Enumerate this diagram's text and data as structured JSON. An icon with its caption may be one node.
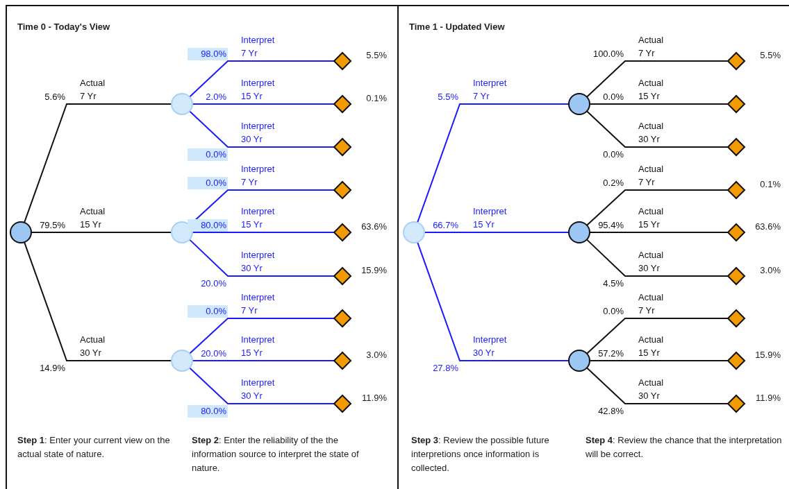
{
  "diagram": {
    "nodes": [
      {
        "text": [
          "Time 0 - Today's View"
        ]
      },
      {
        "text": [
          "Time 1 - Updated View"
        ]
      },
      {
        "text": [],
        "shape": "circle",
        "in": 0
      },
      {
        "text": [],
        "shape": "circle",
        "in": 0
      },
      {
        "text": [],
        "shape": "circle",
        "in": 0
      },
      {
        "text": [],
        "shape": "circle",
        "in": 0
      },
      {
        "text": [],
        "shape": "diamond",
        "in": 0,
        "beside": [
          "5.5%"
        ]
      },
      {
        "text": [],
        "shape": "diamond",
        "in": 0,
        "beside": [
          "0.1%"
        ]
      },
      {
        "text": [],
        "shape": "diamond",
        "in": 0
      },
      {
        "text": [],
        "shape": "diamond",
        "in": 0
      },
      {
        "text": [],
        "shape": "diamond",
        "in": 0,
        "beside": [
          "63.6%"
        ]
      },
      {
        "text": [],
        "shape": "diamond",
        "in": 0,
        "beside": [
          "15.9%"
        ]
      },
      {
        "text": [],
        "shape": "diamond",
        "in": 0
      },
      {
        "text": [],
        "shape": "diamond",
        "in": 0,
        "beside": [
          "3.0%"
        ]
      },
      {
        "text": [],
        "shape": "diamond",
        "in": 0,
        "beside": [
          "11.9%"
        ]
      },
      {
        "text": [],
        "shape": "circle",
        "in": 1
      },
      {
        "text": [],
        "shape": "circle",
        "in": 1
      },
      {
        "text": [],
        "shape": "circle",
        "in": 1
      },
      {
        "text": [],
        "shape": "circle",
        "in": 1
      },
      {
        "text": [],
        "shape": "diamond",
        "in": 1,
        "beside": [
          "5.5%"
        ]
      },
      {
        "text": [],
        "shape": "diamond",
        "in": 1
      },
      {
        "text": [],
        "shape": "diamond",
        "in": 1
      },
      {
        "text": [],
        "shape": "diamond",
        "in": 1,
        "beside": [
          "0.1%"
        ]
      },
      {
        "text": [],
        "shape": "diamond",
        "in": 1,
        "beside": [
          "63.6%"
        ]
      },
      {
        "text": [],
        "shape": "diamond",
        "in": 1,
        "beside": [
          "3.0%"
        ]
      },
      {
        "text": [],
        "shape": "diamond",
        "in": 1
      },
      {
        "text": [],
        "shape": "diamond",
        "in": 1,
        "beside": [
          "15.9%"
        ]
      },
      {
        "text": [],
        "shape": "diamond",
        "in": 1,
        "beside": [
          "11.9%"
        ]
      }
    ],
    "edges": [
      {
        "from": 2,
        "to": 3,
        "arrow": "none",
        "label": "Actual 7 Yr"
      },
      {
        "from": 2,
        "to": 4,
        "arrow": "none",
        "label": "Actual 15 Yr"
      },
      {
        "from": 2,
        "to": 5,
        "arrow": "none",
        "label": "Actual 30 Yr"
      },
      {
        "from": 3,
        "to": 6,
        "arrow": "none",
        "label": "Interpret 7 Yr",
        "color": "#1a1aff"
      },
      {
        "from": 3,
        "to": 7,
        "arrow": "none",
        "label": "Interpret 15 Yr",
        "color": "#1a1aff"
      },
      {
        "from": 3,
        "to": 8,
        "arrow": "none",
        "label": "Interpret 30 Yr",
        "color": "#1a1aff"
      },
      {
        "from": 4,
        "to": 9,
        "arrow": "none",
        "label": "Interpret 7 Yr",
        "color": "#1a1aff"
      },
      {
        "from": 4,
        "to": 10,
        "arrow": "none",
        "label": "Interpret 15 Yr",
        "color": "#1a1aff"
      },
      {
        "from": 4,
        "to": 11,
        "arrow": "none",
        "label": "Interpret 30 Yr",
        "color": "#1a1aff"
      },
      {
        "from": 5,
        "to": 12,
        "arrow": "none",
        "label": "Interpret 7 Yr",
        "color": "#1a1aff"
      },
      {
        "from": 5,
        "to": 13,
        "arrow": "none",
        "label": "Interpret 15 Yr",
        "color": "#1a1aff"
      },
      {
        "from": 5,
        "to": 14,
        "arrow": "none",
        "label": "Interpret 30 Yr",
        "color": "#1a1aff"
      },
      {
        "from": 15,
        "to": 16,
        "arrow": "none",
        "label": "Interpret 7 Yr",
        "color": "#1a1aff"
      },
      {
        "from": 15,
        "to": 17,
        "arrow": "none",
        "label": "Interpret 15 Yr",
        "color": "#1a1aff"
      },
      {
        "from": 15,
        "to": 18,
        "arrow": "none",
        "label": "Interpret 30 Yr",
        "color": "#1a1aff"
      },
      {
        "from": 16,
        "to": 19,
        "arrow": "none",
        "label": "Actual 7 Yr"
      },
      {
        "from": 16,
        "to": 20,
        "arrow": "none",
        "label": "Actual 15 Yr"
      },
      {
        "from": 16,
        "to": 21,
        "arrow": "none",
        "label": "Actual 30 Yr"
      },
      {
        "from": 17,
        "to": 22,
        "arrow": "none",
        "label": "Actual 7 Yr"
      },
      {
        "from": 17,
        "to": 23,
        "arrow": "none",
        "label": "Actual 15 Yr"
      },
      {
        "from": 17,
        "to": 24,
        "arrow": "none",
        "label": "Actual 30 Yr"
      },
      {
        "from": 18,
        "to": 25,
        "arrow": "none",
        "label": "Actual 7 Yr"
      },
      {
        "from": 18,
        "to": 26,
        "arrow": "none",
        "label": "Actual 15 Yr"
      },
      {
        "from": 18,
        "to": 27,
        "arrow": "none",
        "label": "Actual 30 Yr"
      }
    ],
    "labels": [
      "5.6%",
      "79.5%",
      "14.9%",
      "98.0%",
      "2.0%",
      "0.0%",
      "0.0%",
      "80.0%",
      "20.0%",
      "0.0%",
      "20.0%",
      "80.0%",
      "5.5%",
      "66.7%",
      "27.8%",
      "100.0%",
      "0.0%",
      "0.0%",
      "0.2%",
      "95.4%",
      "4.5%",
      "0.0%",
      "57.2%",
      "42.8%",
      "**Step 1**: Enter your current view on the actual state of nature.",
      "**Step 2**: Enter the reliability of the the information source to interpret the state of nature.",
      "**Step 3**: Review the possible future interpretions once information is collected.",
      "**Step 4**: Review the chance that the interpretation will be correct."
    ]
  }
}
